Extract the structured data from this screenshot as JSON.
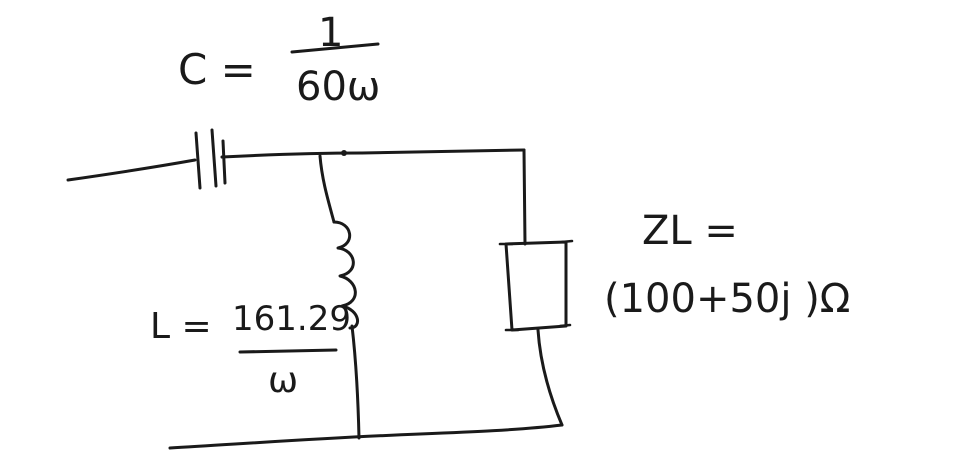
{
  "capacitor_label": {
    "lhs": "C =",
    "numerator": "1",
    "denominator": "60ω"
  },
  "inductor_label": {
    "lhs": "L =",
    "numerator": "161.29",
    "denominator": "ω"
  },
  "load_label": {
    "lhs": "ZL =",
    "value": "(100+50j )Ω"
  }
}
